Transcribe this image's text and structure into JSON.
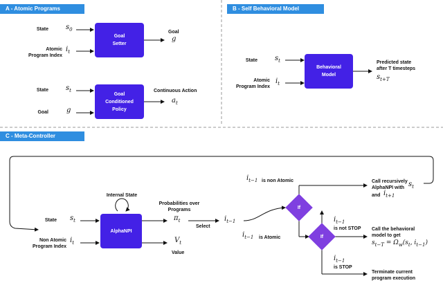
{
  "panel_a": {
    "title": "A - Atomic Programs",
    "goal_setter_box": "Goal\nSetter",
    "state_label": "State",
    "state_var": "s",
    "state_sub": "0",
    "atomic_index_label": "Atomic\nProgram Index",
    "index_var": "i",
    "index_sub": "t",
    "goal_out_label": "Goal",
    "goal_out_var": "g",
    "state2_label": "State",
    "state2_var": "s",
    "state2_sub": "t",
    "gcp_box": "Goal\nConditioned\nPolicy",
    "goal_in_label": "Goal",
    "goal_in_var": "g",
    "action_label": "Continuous Action",
    "action_var": "a",
    "action_sub": "t"
  },
  "panel_b": {
    "title": "B - Self Behavioral Model",
    "state_label": "State",
    "state_var": "s",
    "state_sub": "t",
    "atomic_index_label": "Atomic\nProgram Index",
    "index_var": "i",
    "index_sub": "t",
    "model_box": "Behavioral\nModel",
    "pred_label": "Predicted state\nafter T timesteps",
    "pred_var": "s",
    "pred_sub": "t+T"
  },
  "panel_c": {
    "title": "C - Meta-Controller",
    "state_label": "State",
    "state_var": "s",
    "state_sub": "t",
    "index_label": "Non Atomic\nProgram Index",
    "index_var": "i",
    "index_sub": "t",
    "internal_state_label": "Internal State",
    "alphanpi_box": "AlphaNPI",
    "prob_label": "Probabilities over\nPrograms",
    "pi_var": "π",
    "pi_sub": "t",
    "v_var": "V",
    "v_sub": "t",
    "value_label": "Value",
    "select_label": "Select",
    "sel_var": "i",
    "sel_sub": "t−1",
    "non_atomic_var": "i",
    "non_atomic_sub": "t−1",
    "non_atomic_text": "is non Atomic",
    "is_atomic_var": "i",
    "is_atomic_sub": "t−1",
    "is_atomic_text": "is Atomic",
    "if1": "If",
    "if2": "If",
    "not_stop_var": "i",
    "not_stop_sub": "t−1",
    "not_stop_text": "is not STOP",
    "stop_var": "i",
    "stop_sub": "t−1",
    "stop_text": "is STOP",
    "recursive_label": "Call recursively\nAlphaNPI with",
    "recursive_s_var": "s",
    "recursive_s_sub": "t",
    "recursive_and": "and",
    "recursive_i_var": "i",
    "recursive_i_sub": "t+1",
    "behavioral_label": "Call the behavioral\nmodel to get",
    "behavioral_formula": "s",
    "behavioral_formula_sub": "t−T",
    "behavioral_formula_rest": " = Ω",
    "behavioral_formula_w": "w",
    "behavioral_formula_args": "(s",
    "behavioral_formula_args_sub": "t",
    "behavioral_formula_args2": ", i",
    "behavioral_formula_args2_sub": "t−1",
    "behavioral_formula_close": ")",
    "terminate_label": "Terminate current\nprogram execution"
  },
  "colors": {
    "header_blue": "#2f8ee0",
    "box_purple": "#4321e6",
    "diamond_purple": "#7f3fe0"
  }
}
